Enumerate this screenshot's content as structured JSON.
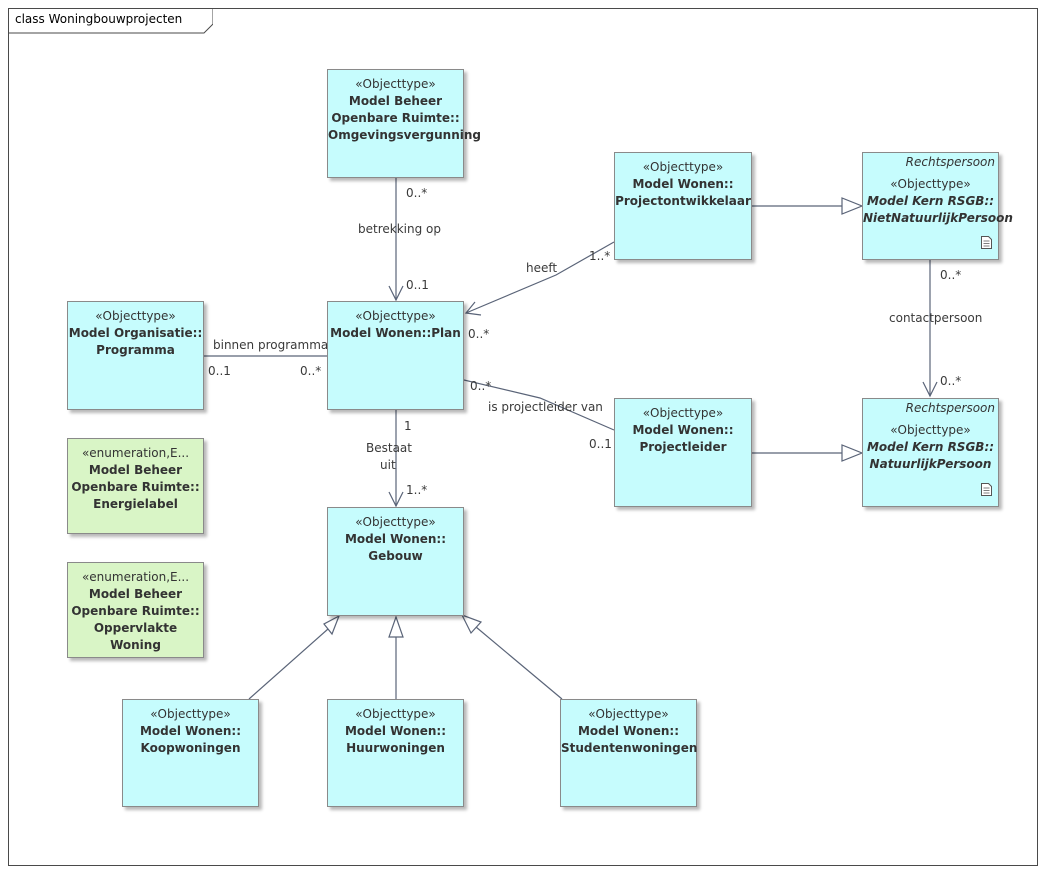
{
  "diagram": {
    "title": "class Woningbouwprojecten"
  },
  "classes": {
    "omgevingsvergunning": {
      "stereotype": "«Objecttype»",
      "lines": [
        "Model Beheer",
        "Openbare Ruimte::",
        "Omgevingsvergunning"
      ]
    },
    "projectontwikkelaar": {
      "stereotype": "«Objecttype»",
      "lines": [
        "Model Wonen::",
        "Projectontwikkelaar"
      ]
    },
    "niet_natuurlijk_persoon": {
      "tag": "Rechtspersoon",
      "stereotype": "«Objecttype»",
      "lines": [
        "Model Kern RSGB::",
        "NietNatuurlijkPersoon"
      ]
    },
    "programma": {
      "stereotype": "«Objecttype»",
      "lines": [
        "Model Organisatie::",
        "Programma"
      ]
    },
    "plan": {
      "stereotype": "«Objecttype»",
      "lines": [
        "Model Wonen::Plan"
      ]
    },
    "energielabel": {
      "stereotype": "«enumeration,E...",
      "lines": [
        "Model Beheer",
        "Openbare Ruimte::",
        "Energielabel"
      ]
    },
    "oppervlakte_woning": {
      "stereotype": "«enumeration,E...",
      "lines": [
        "Model Beheer",
        "Openbare Ruimte::",
        "Oppervlakte Woning"
      ]
    },
    "projectleider": {
      "stereotype": "«Objecttype»",
      "lines": [
        "Model Wonen::",
        "Projectleider"
      ]
    },
    "natuurlijk_persoon": {
      "tag": "Rechtspersoon",
      "stereotype": "«Objecttype»",
      "lines": [
        "Model Kern RSGB::",
        "NatuurlijkPersoon"
      ]
    },
    "gebouw": {
      "stereotype": "«Objecttype»",
      "lines": [
        "Model Wonen::",
        "Gebouw"
      ]
    },
    "koopwoningen": {
      "stereotype": "«Objecttype»",
      "lines": [
        "Model Wonen::",
        "Koopwoningen"
      ]
    },
    "huurwoningen": {
      "stereotype": "«Objecttype»",
      "lines": [
        "Model Wonen::",
        "Huurwoningen"
      ]
    },
    "studentenwoningen": {
      "stereotype": "«Objecttype»",
      "lines": [
        "Model Wonen::",
        "Studentenwoningen"
      ]
    }
  },
  "associations": {
    "betrekking_op": {
      "name": "betrekking op",
      "source_mult": "0..*",
      "target_mult": "0..1"
    },
    "heeft": {
      "name": "heeft",
      "source_mult": "1..*",
      "target_mult": "0..*"
    },
    "binnen_programma": {
      "name": "binnen programma",
      "source_mult": "0..1",
      "target_mult": "0..*"
    },
    "is_projectleider_van": {
      "name": "is projectleider van",
      "source_mult": "0..*",
      "target_mult": "0..1"
    },
    "bestaat_uit": {
      "name_line1": "Bestaat",
      "name_line2": "uit",
      "source_mult": "1",
      "target_mult": "1..*"
    },
    "contactpersoon": {
      "name": "contactpersoon",
      "source_mult": "0..*",
      "target_mult": "0..*"
    }
  },
  "colors": {
    "objecttype_fill": "#c6fcfd",
    "enumeration_fill": "#d9f5c6",
    "line": "#5a6478"
  }
}
